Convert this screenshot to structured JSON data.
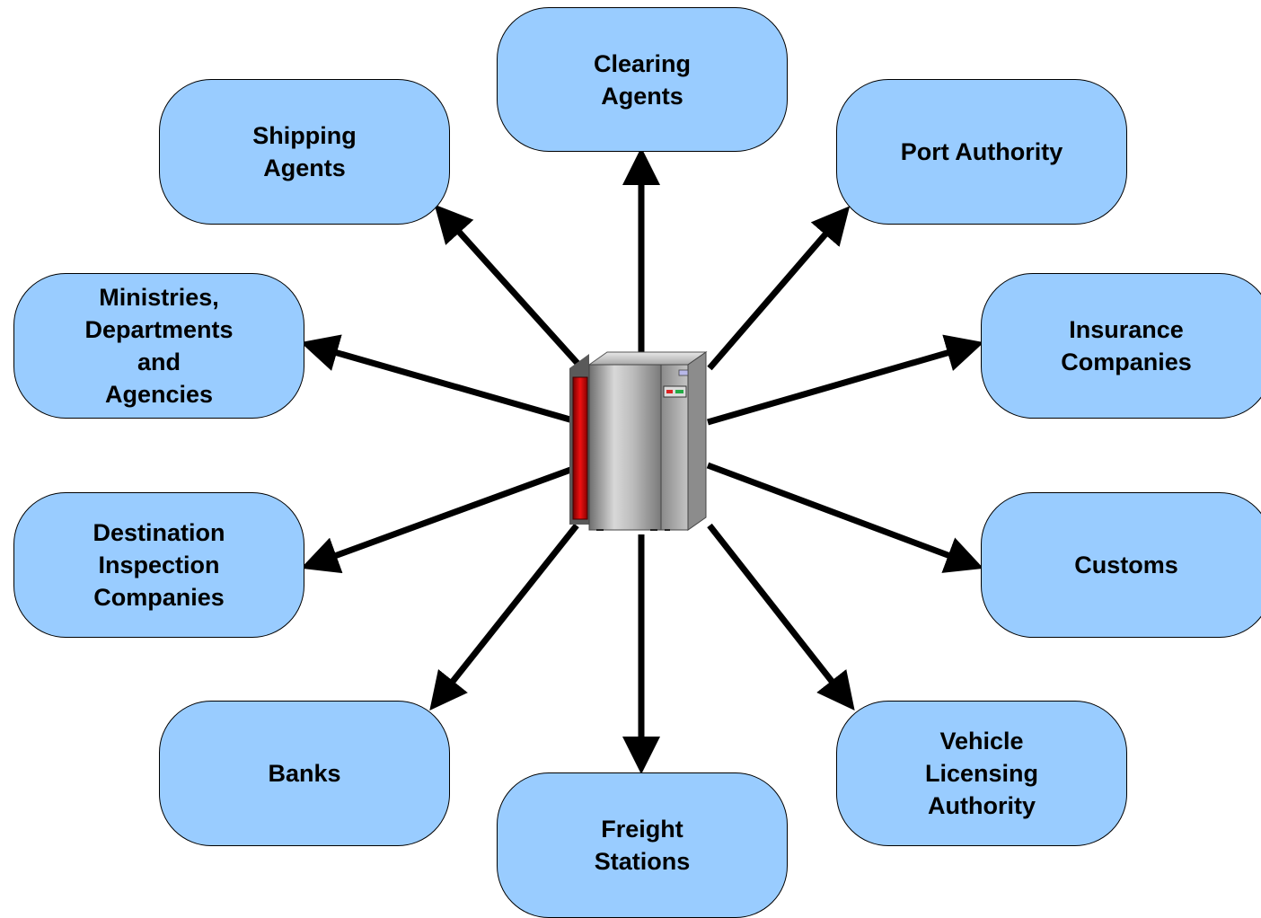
{
  "diagram": {
    "hub": {
      "icon": "server-cabinet-icon"
    },
    "nodes": [
      {
        "id": "clearing-agents",
        "label": "Clearing\nAgents"
      },
      {
        "id": "shipping-agents",
        "label": "Shipping\nAgents"
      },
      {
        "id": "port-authority",
        "label": "Port Authority"
      },
      {
        "id": "ministries",
        "label": "Ministries,\nDepartments\nand\nAgencies"
      },
      {
        "id": "insurance-companies",
        "label": "Insurance\nCompanies"
      },
      {
        "id": "destination-inspection",
        "label": "Destination\nInspection\nCompanies"
      },
      {
        "id": "customs",
        "label": "Customs"
      },
      {
        "id": "banks",
        "label": "Banks"
      },
      {
        "id": "vehicle-licensing",
        "label": "Vehicle\nLicensing\nAuthority"
      },
      {
        "id": "freight-stations",
        "label": "Freight\nStations"
      }
    ],
    "edges": [
      {
        "from": "hub",
        "to": "clearing-agents",
        "direction": "to"
      },
      {
        "from": "hub",
        "to": "shipping-agents",
        "direction": "to"
      },
      {
        "from": "hub",
        "to": "port-authority",
        "direction": "to"
      },
      {
        "from": "hub",
        "to": "ministries",
        "direction": "to"
      },
      {
        "from": "hub",
        "to": "insurance-companies",
        "direction": "to"
      },
      {
        "from": "hub",
        "to": "destination-inspection",
        "direction": "to"
      },
      {
        "from": "hub",
        "to": "customs",
        "direction": "to"
      },
      {
        "from": "hub",
        "to": "banks",
        "direction": "to"
      },
      {
        "from": "hub",
        "to": "vehicle-licensing",
        "direction": "to"
      },
      {
        "from": "hub",
        "to": "freight-stations",
        "direction": "to"
      }
    ],
    "colors": {
      "node_fill": "#99ccff",
      "node_border": "#000000",
      "arrow": "#000000",
      "server_body": "#9a9a9a",
      "server_accent": "#cc0000"
    }
  }
}
